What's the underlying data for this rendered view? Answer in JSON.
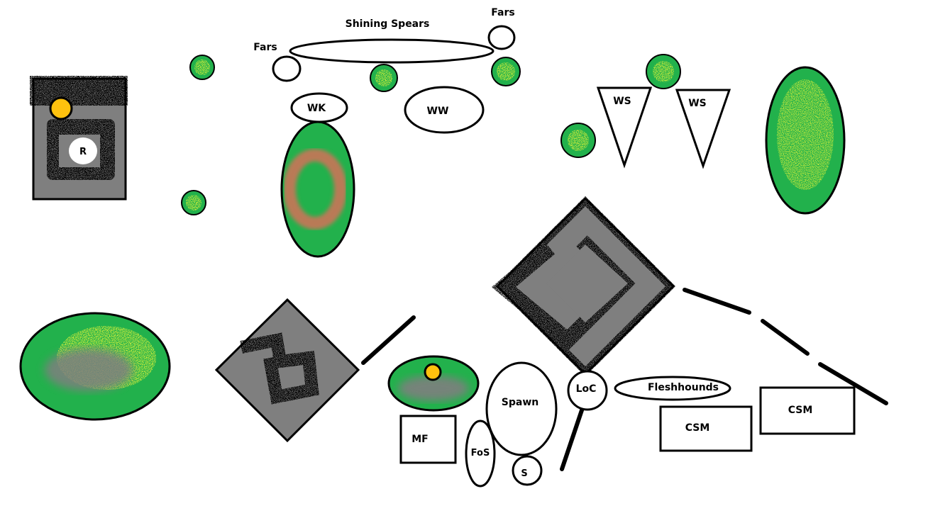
{
  "colors": {
    "grass": "#22b14c",
    "moss": "#c4e83c",
    "building": "#7f7f7f",
    "ruin": "#000000",
    "crater": "#b97a57",
    "objective": "#ffc20e",
    "outline": "#000000",
    "paper": "#ffffff"
  },
  "labels": {
    "ruin_small": "R",
    "shining_spears": "Shining Spears",
    "fars_left": "Fars",
    "fars_right": "Fars",
    "wk": "WK",
    "ww": "WW",
    "ws_left": "WS",
    "ws_right": "WS",
    "mf": "MF",
    "fos": "FoS",
    "spawn": "Spawn",
    "s": "S",
    "loc": "LoC",
    "fleshhounds": "Fleshhounds",
    "csm_left": "CSM",
    "csm_right": "CSM"
  }
}
